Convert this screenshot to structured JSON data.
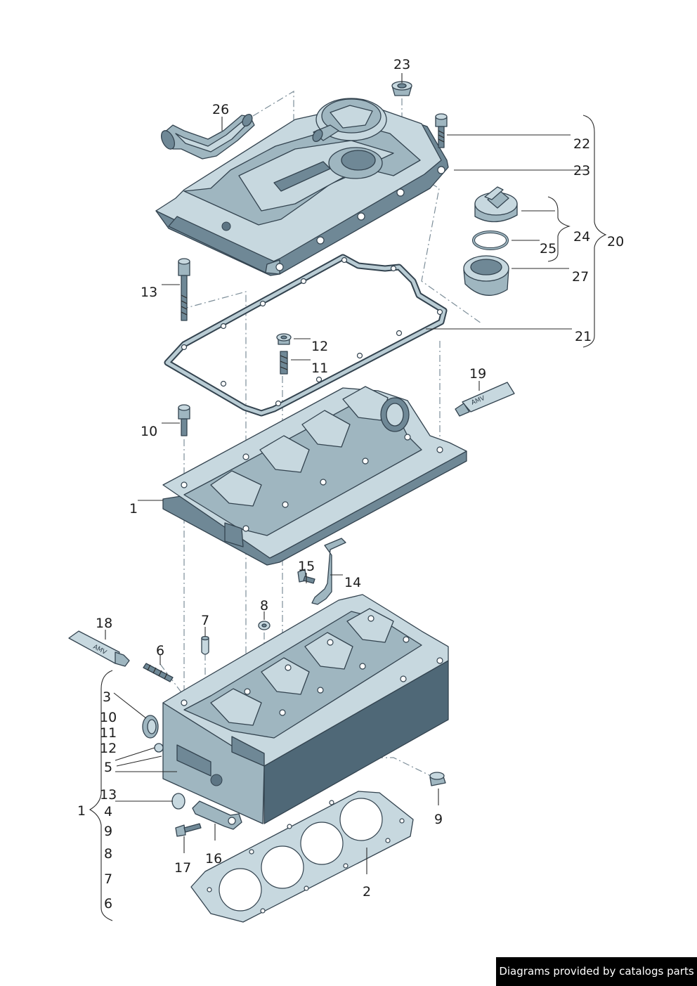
{
  "callouts": {
    "c23a": "23",
    "c26": "26",
    "c22": "22",
    "c23b": "23",
    "c24": "24",
    "c25": "25",
    "c20": "20",
    "c27": "27",
    "c13a": "13",
    "c21": "21",
    "c12a": "12",
    "c11a": "11",
    "c19": "19",
    "c10a": "10",
    "c1a": "1",
    "c15": "15",
    "c14": "14",
    "c8": "8",
    "c7a": "7",
    "c18": "18",
    "c6a": "6",
    "c3": "3",
    "c10b": "10",
    "c11b": "11",
    "c12b": "12",
    "c5": "5",
    "c13b": "13",
    "c1b": "1",
    "c4": "4",
    "c9a": "9",
    "c8b": "8",
    "c7b": "7",
    "c6b": "6",
    "c9b": "9",
    "c16": "16",
    "c17": "17",
    "c2": "2"
  },
  "footer": {
    "text": "Diagrams provided by catalogs parts"
  },
  "colors": {
    "part_light": "#c7d8df",
    "part_mid": "#9fb6c0",
    "part_dark": "#6f8896",
    "outline": "#33434f",
    "footer_bg": "#000000"
  }
}
